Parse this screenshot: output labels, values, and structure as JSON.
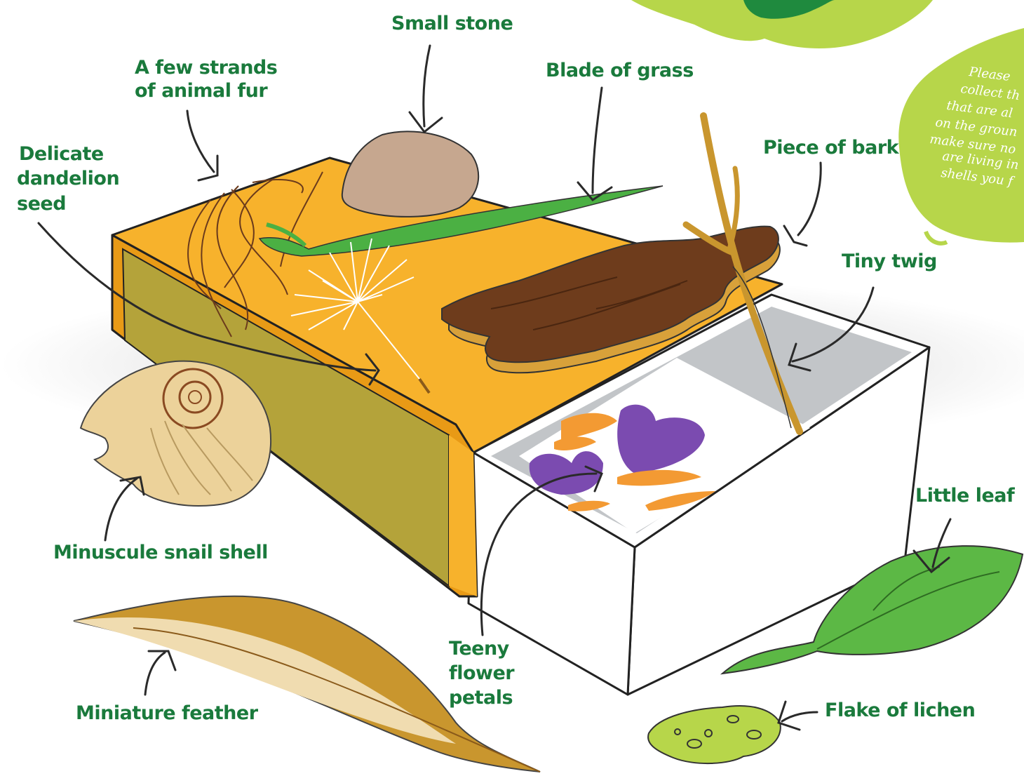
{
  "labels": {
    "small_stone": "Small stone",
    "animal_fur_line1": "A few strands",
    "animal_fur_line2": "of animal fur",
    "blade_of_grass": "Blade of grass",
    "dandelion_line1": "Delicate",
    "dandelion_line2": "dandelion",
    "dandelion_line3": "seed",
    "piece_of_bark": "Piece of bark",
    "tiny_twig": "Tiny twig",
    "little_leaf": "Little leaf",
    "snail_shell": "Minuscule snail shell",
    "miniature_feather": "Miniature feather",
    "petals_line1": "Teeny",
    "petals_line2": "flower",
    "petals_line3": "petals",
    "flake_of_lichen": "Flake of lichen"
  },
  "note": {
    "line1": "Please",
    "line2": "collect th",
    "line3": "that are al",
    "line4": "on the groun",
    "line5": "make sure no",
    "line6": "are living in",
    "line7": "shells you f"
  },
  "colors": {
    "label_green": "#1a7a3c",
    "box_orange": "#f7b22c",
    "box_olive": "#b4a33a",
    "splash_green": "#b7d64a",
    "petal_purple": "#7b4bb0",
    "petal_orange": "#f39a33",
    "bark_brown": "#6e3c1c",
    "leaf_green": "#5cb845"
  }
}
